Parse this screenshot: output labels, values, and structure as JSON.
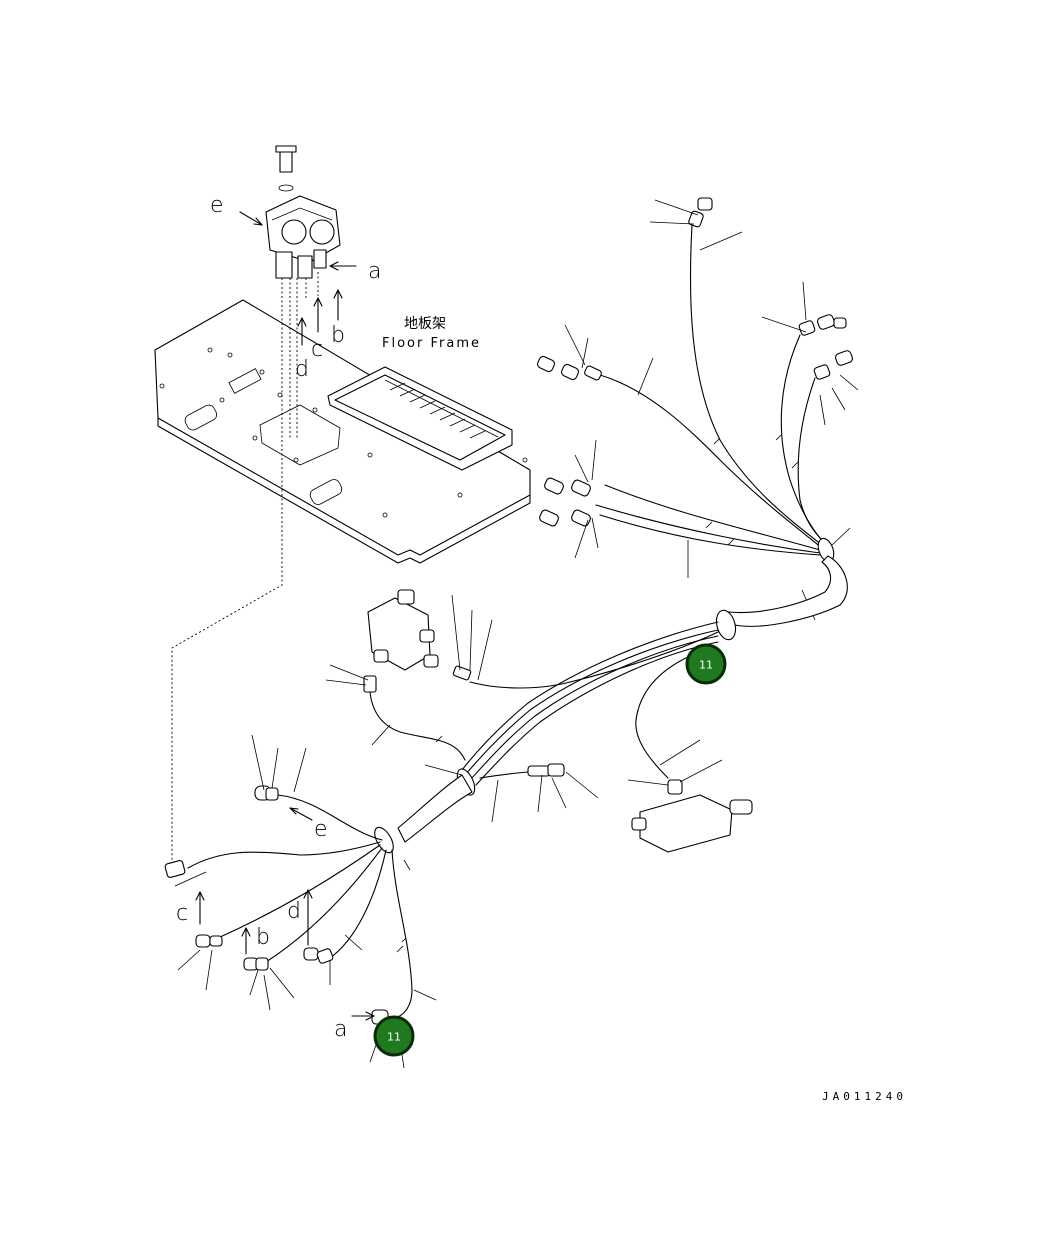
{
  "labels": {
    "floor_frame_cn": "地板架",
    "floor_frame_en": "Floor Frame",
    "drawing_code": "JA011240"
  },
  "connection_letters": {
    "a_top": "a",
    "b_top": "b",
    "c_top": "c",
    "d_top": "d",
    "e_top": "e",
    "e_lower": "e",
    "c_lower": "c",
    "b_lower": "b",
    "d_lower": "d",
    "a_lower": "a"
  },
  "callouts": [
    {
      "id": "callout-upper",
      "text": "11"
    },
    {
      "id": "callout-lower",
      "text": "11"
    }
  ],
  "colors": {
    "callout_fill": "#1f7a1f",
    "line": "#000000",
    "background": "#ffffff"
  }
}
